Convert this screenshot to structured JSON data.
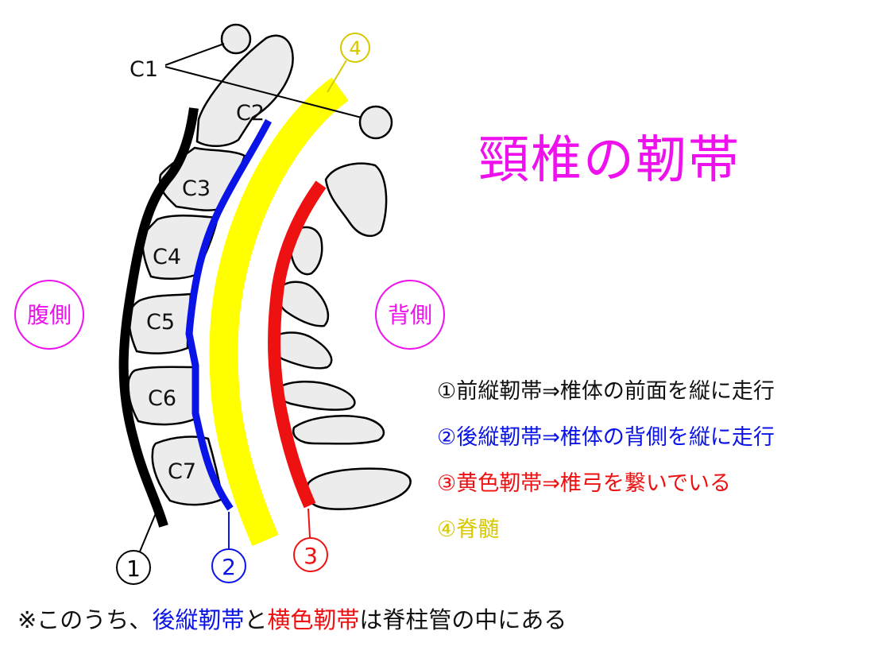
{
  "title": "頸椎の靭帯",
  "colors": {
    "title": "#ee11ee",
    "anterior_ligament": "#000000",
    "posterior_ligament": "#0a14e6",
    "yellow_ligament": "#ee1111",
    "spinal_cord": "#ffff00",
    "spinal_cord_label": "#d8c800",
    "vertebra_fill": "#ececec",
    "side_label": "#ee11ee"
  },
  "vertebrae": [
    "C1",
    "C2",
    "C3",
    "C4",
    "C5",
    "C6",
    "C7"
  ],
  "side_labels": {
    "ventral": "腹側",
    "dorsal": "背側"
  },
  "markers": [
    "①",
    "②",
    "③",
    "④"
  ],
  "legend": [
    {
      "text": "①前縦靭帯⇒椎体の前面を縦に走行",
      "color": "#111111"
    },
    {
      "text": "②後縦靭帯⇒椎体の背側を縦に走行",
      "color": "#0a14e6"
    },
    {
      "text": "③黄色靭帯⇒椎弓を繋いでいる",
      "color": "#ee1111"
    },
    {
      "text": "④脊髄",
      "color": "#d8c800"
    }
  ],
  "footnote": {
    "part1": "※このうち、",
    "part2": "後縦靭帯",
    "part3": "と",
    "part4": "横色靭帯",
    "part5": "は脊柱管の中にある"
  }
}
